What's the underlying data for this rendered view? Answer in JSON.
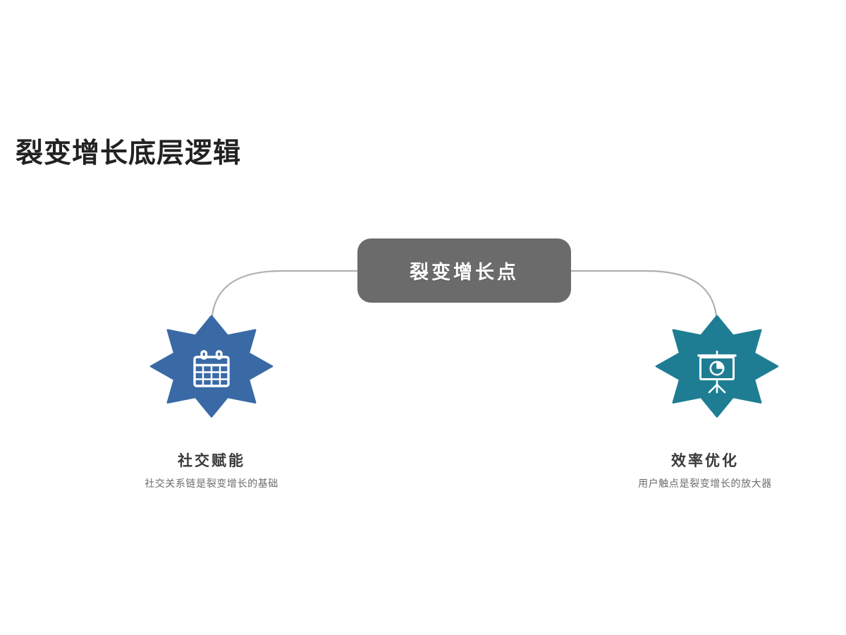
{
  "slide": {
    "title": "裂变增长底层逻辑",
    "background_color": "#ffffff",
    "title_color": "#222222"
  },
  "hub": {
    "label": "裂变增长点",
    "fill_color": "#6b6b6b",
    "text_color": "#ffffff"
  },
  "connector": {
    "color": "#b0b0b0"
  },
  "nodes": [
    {
      "id": "left",
      "title": "社交赋能",
      "description": "社交关系链是裂变增长的基础",
      "icon": "calendar-icon",
      "fill_color": "#3a6aa5",
      "icon_color": "#ffffff",
      "title_color": "#3a3a3a",
      "description_color": "#6d6d6d"
    },
    {
      "id": "right",
      "title": "效率优化",
      "description": "用户触点是裂变增长的放大器",
      "icon": "presentation-chart-icon",
      "fill_color": "#1e7d93",
      "icon_color": "#ffffff",
      "title_color": "#3a3a3a",
      "description_color": "#6d6d6d"
    }
  ]
}
